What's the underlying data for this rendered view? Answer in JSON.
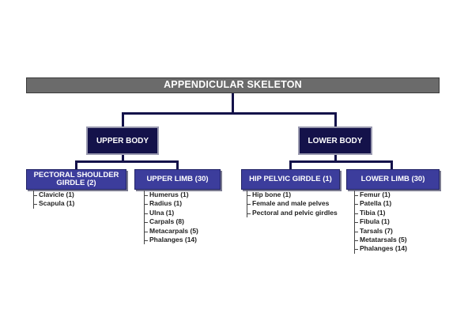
{
  "title": "APPENDICULAR SKELETON",
  "upper_body": {
    "label": "UPPER BODY",
    "pectoral": {
      "label": "PECTORAL SHOULDER GIRDLE (2)",
      "items": [
        "Clavicle (1)",
        "Scapula (1)"
      ]
    },
    "upper_limb": {
      "label": "UPPER LIMB (30)",
      "items": [
        "Humerus (1)",
        "Radius (1)",
        "Ulna (1)",
        "Carpals (8)",
        "Metacarpals (5)",
        "Phalanges (14)"
      ]
    }
  },
  "lower_body": {
    "label": "LOWER BODY",
    "hip": {
      "label": "HIP PELVIC GIRDLE (1)",
      "items": [
        "Hip bone (1)",
        "Female and male pelves",
        "Pectoral and pelvic girdles"
      ]
    },
    "lower_limb": {
      "label": "LOWER LIMB (30)",
      "items": [
        "Femur (1)",
        "Patella (1)",
        "Tibia (1)",
        "Fibula (1)",
        "Tarsals (7)",
        "Metatarsals (5)",
        "Phalanges (14)"
      ]
    }
  },
  "colors": {
    "root_box": "#6b6b6b",
    "mid_box": "#14124a",
    "leaf_box": "#3c3d9c",
    "connector": "#14124a"
  }
}
